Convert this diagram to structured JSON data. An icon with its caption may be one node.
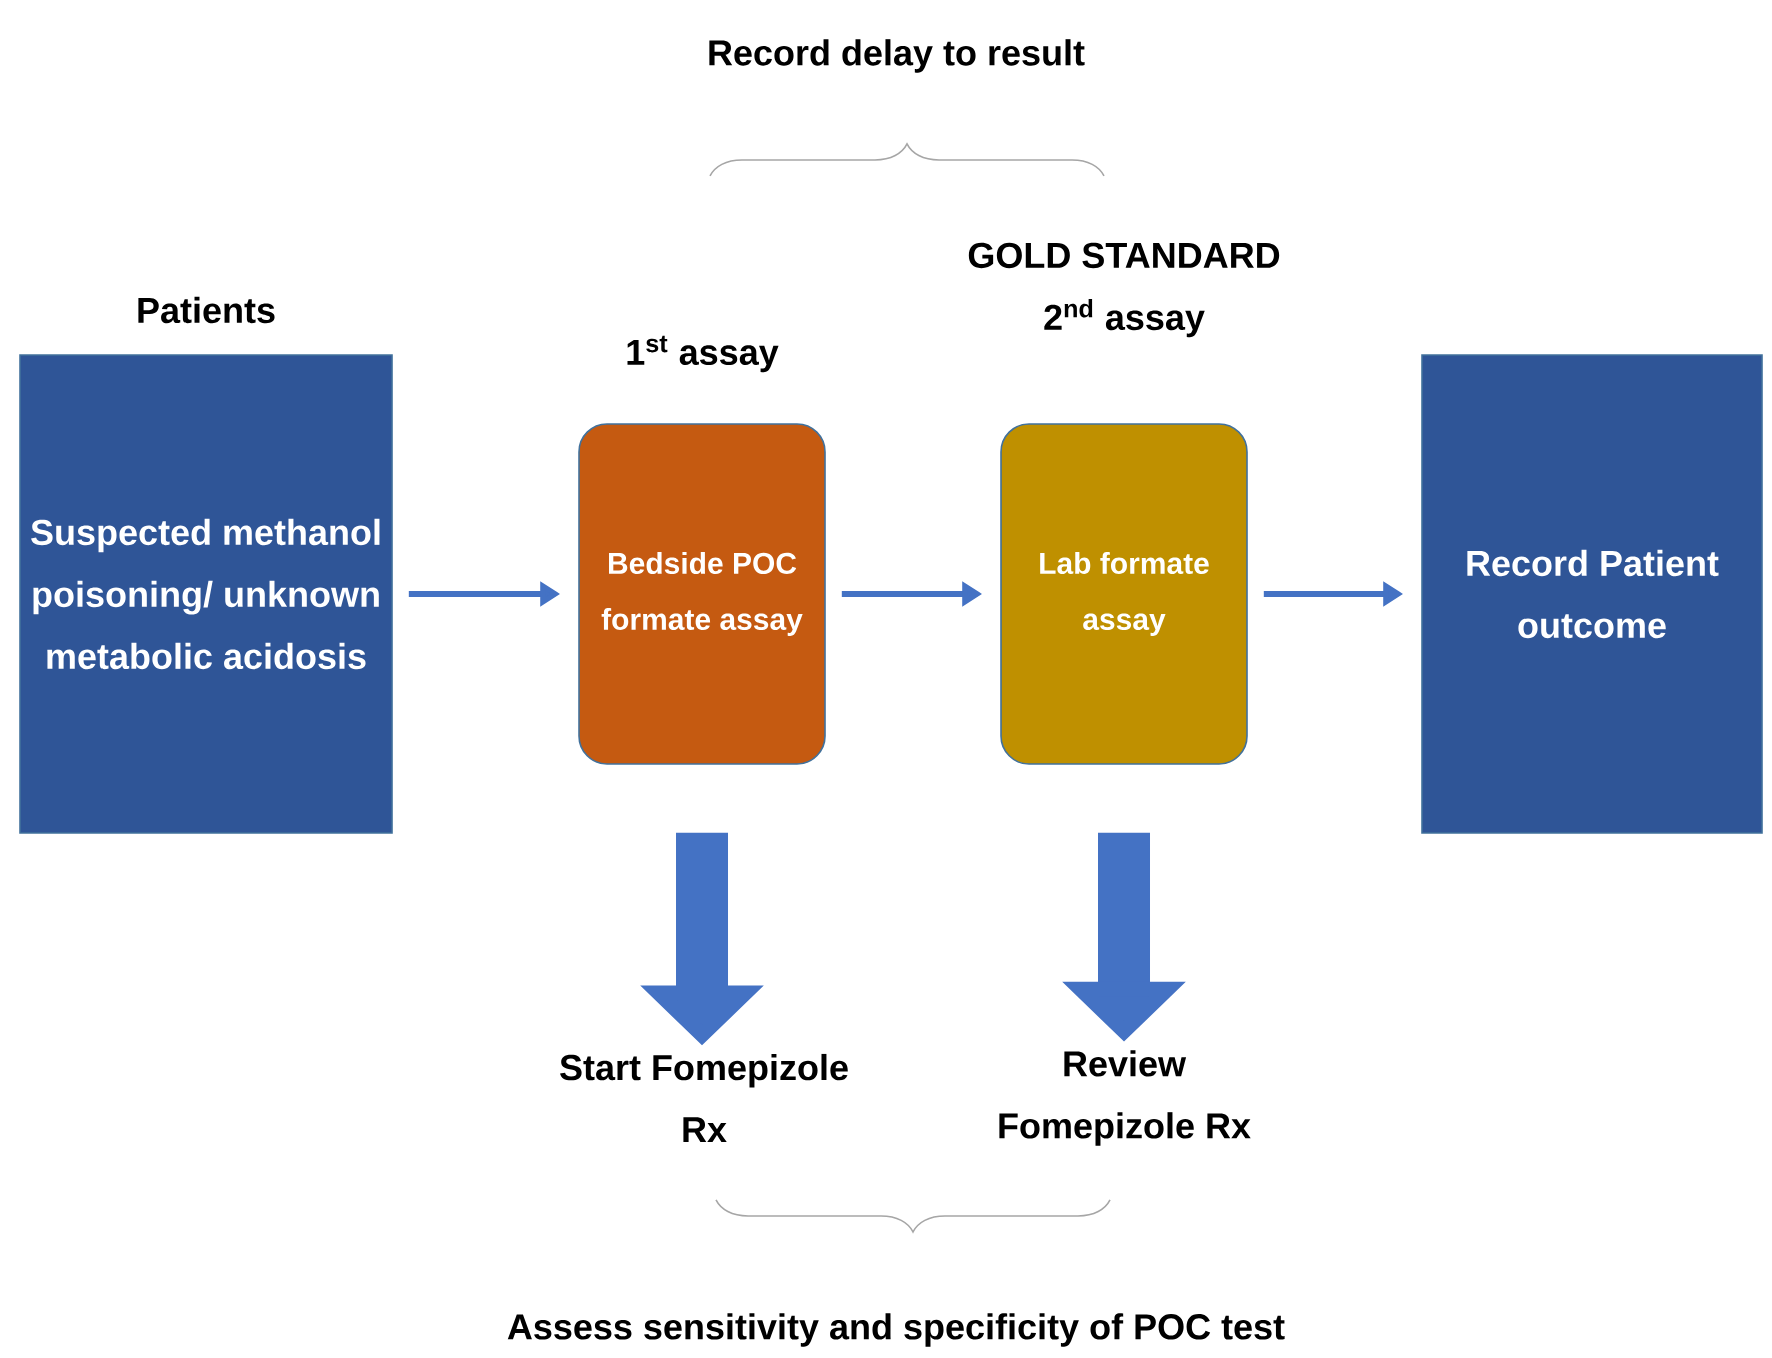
{
  "diagram": {
    "nodes": [
      {
        "text": [
          "Patients",
          "Suspected methanol poisoning/ unknown metabolic acidosis"
        ]
      },
      {
        "text": [
          "1$^{st}$ assay",
          "Bedside POC formate assay"
        ]
      },
      {
        "text": [
          "GOLD STANDARD 2$^{nd}$ assay",
          "Lab formate assay"
        ]
      },
      {
        "text": [
          "Record Patient outcome"
        ]
      },
      {
        "text": [
          "Start Fomepizole Rx"
        ]
      },
      {
        "text": [
          "Review Fomepizole Rx"
        ]
      }
    ],
    "edges": [
      {
        "from": 0,
        "to": 1,
        "arrow": "to"
      },
      {
        "from": 1,
        "to": 2,
        "arrow": "to"
      },
      {
        "from": 2,
        "to": 3,
        "arrow": "to"
      },
      {
        "from": 1,
        "to": 4,
        "arrow": "to",
        "style": "thick"
      },
      {
        "from": 2,
        "to": 5,
        "arrow": "to",
        "style": "thick"
      }
    ],
    "labels": [
      "Record delay to result",
      "Assess sensitivity and specificity of POC test"
    ]
  }
}
